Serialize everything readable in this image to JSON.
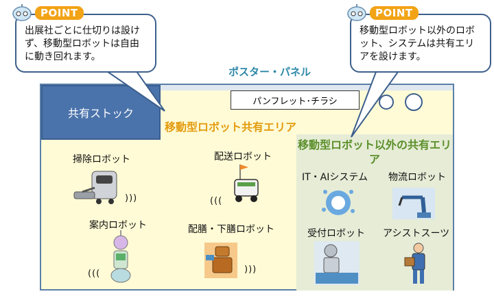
{
  "callout_left": {
    "badge": "POINT",
    "text": "出展社ごとに仕切りは設けず、移動型ロボットは自由に動き回れます。"
  },
  "callout_right": {
    "badge": "POINT",
    "text": "移動型ロボット以外のロボット、システムは共有エリアを設けます。"
  },
  "panel_title": "ポスター・パネル",
  "shared_stock": "共有ストック",
  "pamphlet": "パンフレット･チラシ",
  "mobile_area_label": "移動型ロボット共有エリア",
  "other_area_label": "移動型ロボット以外の共有エリア",
  "robots": {
    "cleaning": "掃除ロボット",
    "delivery": "配送ロボット",
    "guide": "案内ロボット",
    "serving": "配膳・下膳ロボット",
    "it_ai": "IT・AIシステム",
    "logistics": "物流ロボット",
    "reception": "受付ロボット",
    "assist_suit": "アシストスーツ"
  },
  "waves": {
    "right": ")))",
    "left": "((("
  },
  "colors": {
    "accent_orange": "#f2a316",
    "stock_blue": "#4b73ab",
    "area_yellow": "#fffbd6",
    "area_green": "#e6ecd6",
    "title_teal": "#2c88a8"
  }
}
